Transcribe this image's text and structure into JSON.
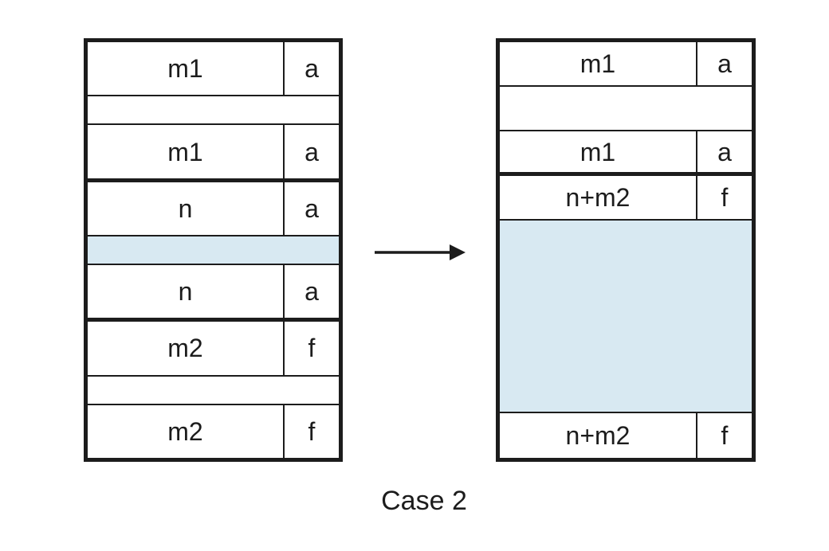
{
  "figure": {
    "caption": "Case 2"
  },
  "theme": {
    "ink": "#1c1c1c",
    "shade_fill": "#d8e9f2",
    "background": "#ffffff"
  },
  "left_table": {
    "description": "memory layout before coalescing",
    "rows": [
      {
        "label": "m1",
        "tag": "a",
        "shaded": false
      },
      {
        "label": "",
        "tag": "",
        "shaded": false
      },
      {
        "label": "m1",
        "tag": "a",
        "shaded": false
      },
      {
        "label": "n",
        "tag": "a",
        "shaded": false
      },
      {
        "label": "",
        "tag": "",
        "shaded": true
      },
      {
        "label": "n",
        "tag": "a",
        "shaded": false
      },
      {
        "label": "m2",
        "tag": "f",
        "shaded": false
      },
      {
        "label": "",
        "tag": "",
        "shaded": false
      },
      {
        "label": "m2",
        "tag": "f",
        "shaded": false
      }
    ]
  },
  "right_table": {
    "description": "memory layout after coalescing",
    "rows": [
      {
        "label": "m1",
        "tag": "a",
        "shaded": false
      },
      {
        "label": "",
        "tag": "",
        "shaded": false
      },
      {
        "label": "m1",
        "tag": "a",
        "shaded": false
      },
      {
        "label": "n+m2",
        "tag": "f",
        "shaded": false
      },
      {
        "label": "",
        "tag": "",
        "shaded": true
      },
      {
        "label": "n+m2",
        "tag": "f",
        "shaded": false
      }
    ]
  }
}
